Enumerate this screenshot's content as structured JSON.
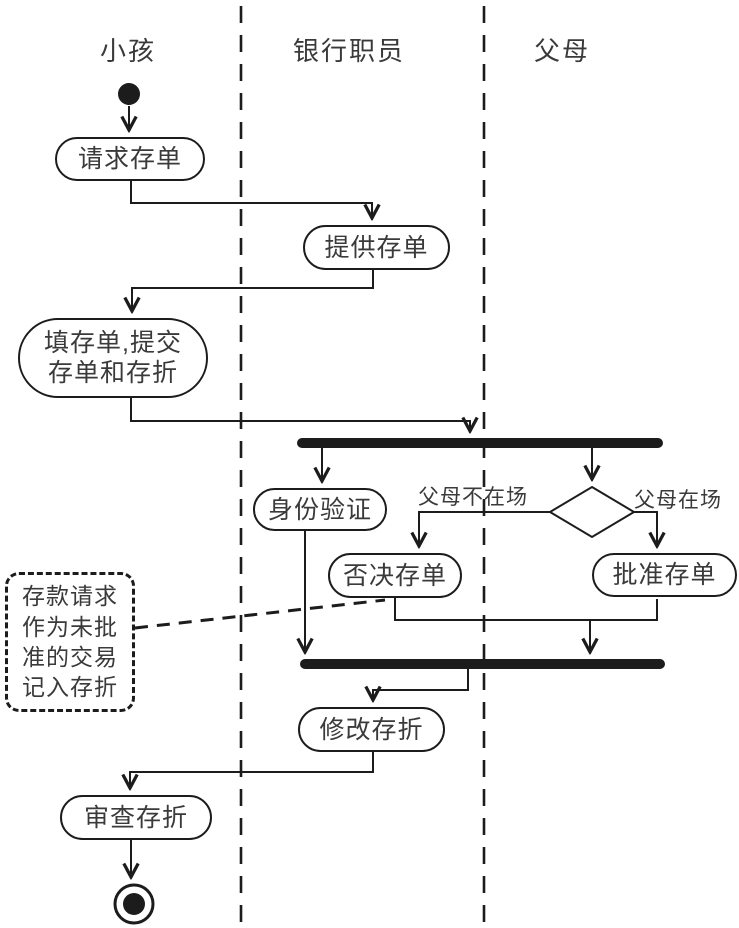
{
  "diagram": {
    "type": "uml-activity-diagram",
    "lanes": {
      "child": "小孩",
      "clerk": "银行职员",
      "parents": "父母"
    },
    "activities": {
      "request_slip": "请求存单",
      "provide_slip": "提供存单",
      "fill_submit": "填存单,提交\n存单和存折",
      "identity_verify": "身份验证",
      "reject_slip": "否决存单",
      "approve_slip": "批准存单",
      "modify_passbook": "修改存折",
      "review_passbook": "审查存折"
    },
    "branch_labels": {
      "parent_absent": "父母不在场",
      "parent_present": "父母在场"
    },
    "note_text": "存款请求\n作为未批\n准的交易\n记入存折",
    "colors": {
      "stroke": "#1c1c1c",
      "background": "#ffffff"
    }
  }
}
